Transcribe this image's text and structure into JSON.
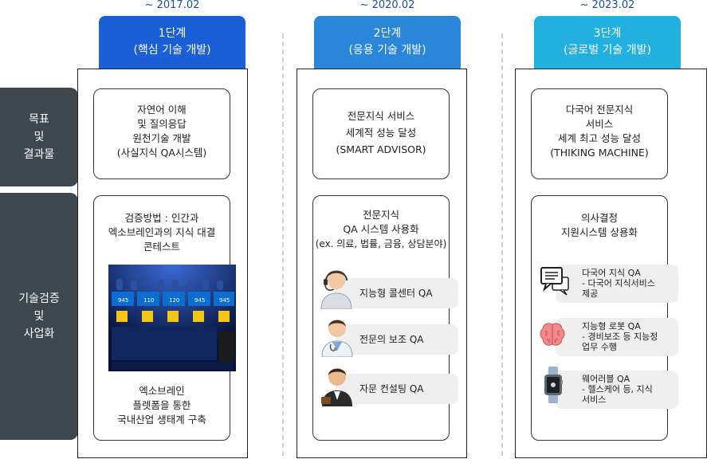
{
  "stages": [
    {
      "date": "~ 2017.02",
      "title": "1단계",
      "subtitle": "(핵심 기술 개발)",
      "color": "#1b5fd6"
    },
    {
      "date": "~ 2020.02",
      "title": "2단계",
      "subtitle": "(응용 기술 개발)",
      "color": "#2a86d8"
    },
    {
      "date": "~ 2023.02",
      "title": "3단계",
      "subtitle": "(글로벌 기술 개발)",
      "color": "#22b0e0"
    }
  ],
  "rows": {
    "goals": [
      "목표",
      "및",
      "결과물"
    ],
    "tech": [
      "기술검증",
      "및",
      "사업화"
    ]
  },
  "col1": {
    "goal": [
      "자연어 이해",
      "및 질의응답",
      "원천기술 개발",
      "(사실지식 QA시스템)"
    ],
    "verify": [
      "검증방법 : 인간과",
      "엑소브레인과의 지식 대결",
      "콘테스트"
    ],
    "outcome": [
      "엑소브레인",
      "플렛폼을 통한",
      "국내산업  생태계 구축"
    ],
    "scores": [
      "945",
      "110",
      "120",
      "945",
      "945"
    ]
  },
  "col2": {
    "goal": [
      "전문지식 서비스",
      "세계적 성능 달성",
      "(SMART ADVISOR)"
    ],
    "verify": [
      "전문지식",
      "QA 시스템 사용화",
      "(ex. 의료, 법률, 금융, 상담분야)"
    ],
    "items": [
      "지능형 콜센터 QA",
      "전문의 보조 QA",
      "자문 컨설팅 QA"
    ]
  },
  "col3": {
    "goal": [
      "다국어 전문지식",
      "서비스",
      "세계 최고 성능 달성",
      "(THIKING MACHINE)"
    ],
    "verify": [
      "의사결정",
      "지원시스템 상용화"
    ],
    "items": [
      "다국어 지식 QA\n - 다국어 지식서비스\n   제공",
      "지능형 로봇 QA\n - 경비보조 등 지능정\n   업무 수행",
      "웨어러블 QA\n - 헬스케어 등, 지식\n   서비스"
    ]
  }
}
